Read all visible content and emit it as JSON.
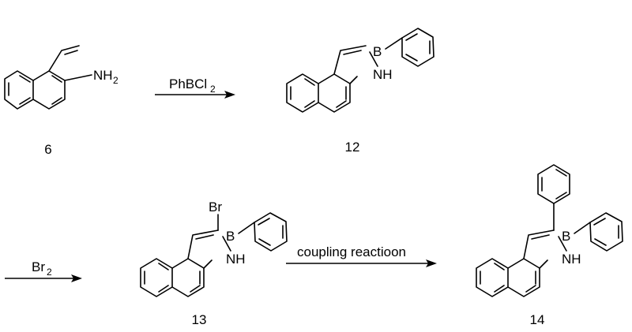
{
  "compounds": {
    "c6": {
      "number": "6",
      "labels": {
        "nh_main": "NH",
        "nh_sub": "2"
      }
    },
    "c12": {
      "number": "12",
      "labels": {
        "b": "B",
        "nh": "NH"
      }
    },
    "c13": {
      "number": "13",
      "labels": {
        "br": "Br",
        "b": "B",
        "nh": "NH"
      }
    },
    "c14": {
      "number": "14",
      "labels": {
        "b": "B",
        "nh": "NH"
      }
    }
  },
  "reactions": {
    "r1": {
      "reagent_main": "PhBCl",
      "reagent_sub": "2"
    },
    "r2": {
      "reagent_main": "Br",
      "reagent_sub": "2"
    },
    "r3": {
      "reagent": "coupling reactioon"
    }
  }
}
